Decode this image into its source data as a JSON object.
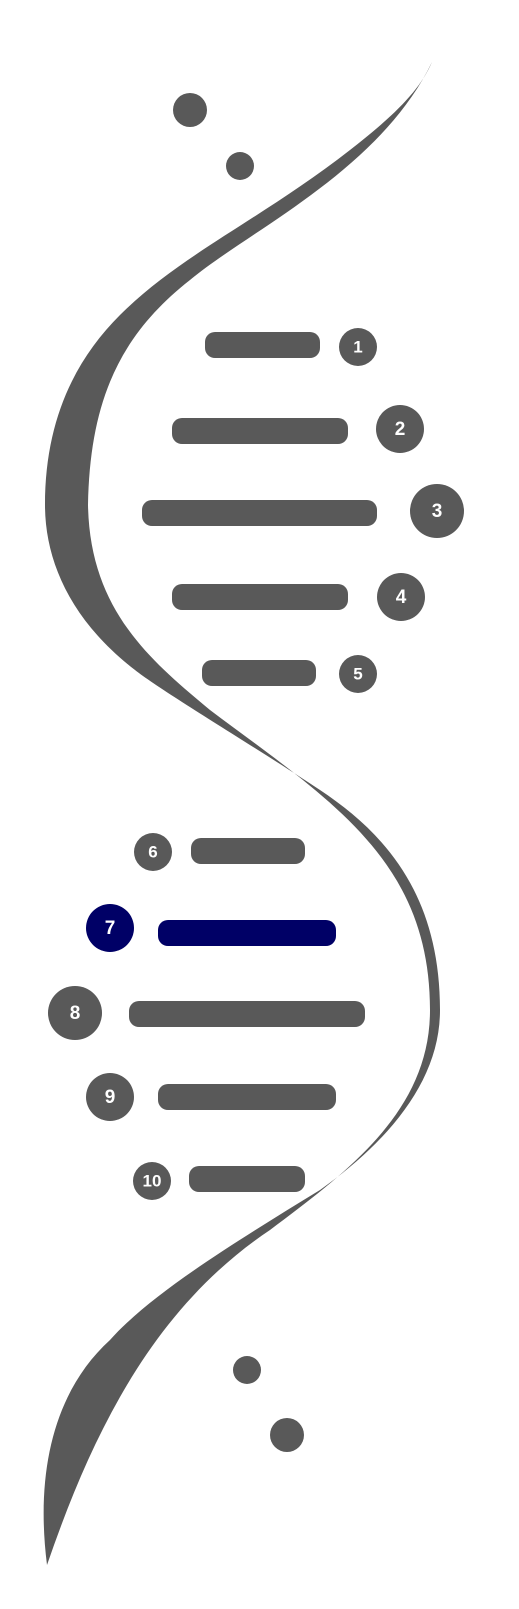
{
  "colors": {
    "strand": "#595959",
    "rung": "#595959",
    "badge": "#595959",
    "badge_text": "#ffffff",
    "highlight": "#000066",
    "background": "#ffffff"
  },
  "rungs": [
    {
      "number": "1",
      "highlighted": false
    },
    {
      "number": "2",
      "highlighted": false
    },
    {
      "number": "3",
      "highlighted": false
    },
    {
      "number": "4",
      "highlighted": false
    },
    {
      "number": "5",
      "highlighted": false
    },
    {
      "number": "6",
      "highlighted": false
    },
    {
      "number": "7",
      "highlighted": true
    },
    {
      "number": "8",
      "highlighted": false
    },
    {
      "number": "9",
      "highlighted": false
    },
    {
      "number": "10",
      "highlighted": false
    }
  ],
  "dots": 4
}
